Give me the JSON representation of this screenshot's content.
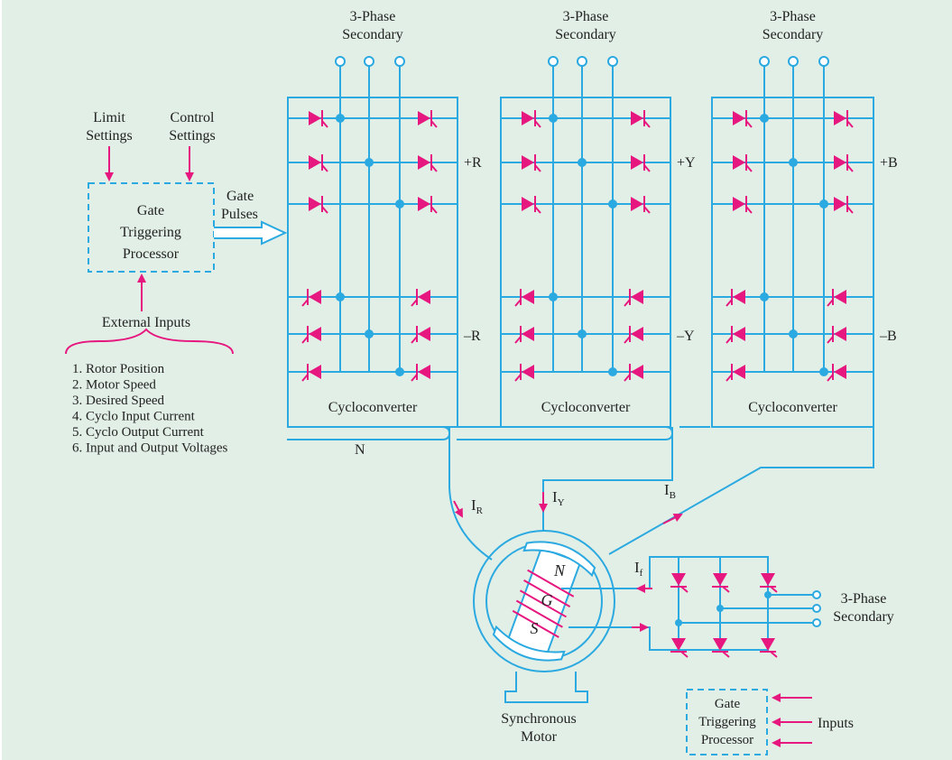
{
  "colors": {
    "background": "#e2efe6",
    "wire": "#2ba9e1",
    "device": "#e6177f",
    "text": "#222222"
  },
  "labels": {
    "limit_settings": [
      "Limit",
      "Settings"
    ],
    "control_settings": [
      "Control",
      "Settings"
    ],
    "gtp_main": [
      "Gate",
      "Triggering",
      "Processor"
    ],
    "gate_pulses": [
      "Gate",
      "Pulses"
    ],
    "external_inputs": "External Inputs",
    "inputs_list": [
      "1. Rotor Position",
      "2. Motor Speed",
      "3. Desired Speed",
      "4. Cyclo Input Current",
      "5. Cyclo Output Current",
      "6. Input and Output Voltages"
    ],
    "secondary": [
      "3-Phase",
      "Secondary"
    ],
    "cyclo": "Cycloconverter",
    "neutral": "N",
    "plus": [
      "+R",
      "+Y",
      "+B"
    ],
    "minus": [
      "–R",
      "–Y",
      "–B"
    ],
    "current_main": "I",
    "current_subs": [
      "R",
      "Y",
      "B"
    ],
    "field_current_main": "I",
    "field_current_sub": "f",
    "rotor_poles": [
      "N",
      "G",
      "S"
    ],
    "motor": [
      "Synchronous",
      "Motor"
    ],
    "rect_secondary": [
      "3-Phase",
      "Secondary"
    ],
    "gtp_field": [
      "Gate",
      "Triggering",
      "Processor"
    ],
    "inputs": "Inputs"
  }
}
